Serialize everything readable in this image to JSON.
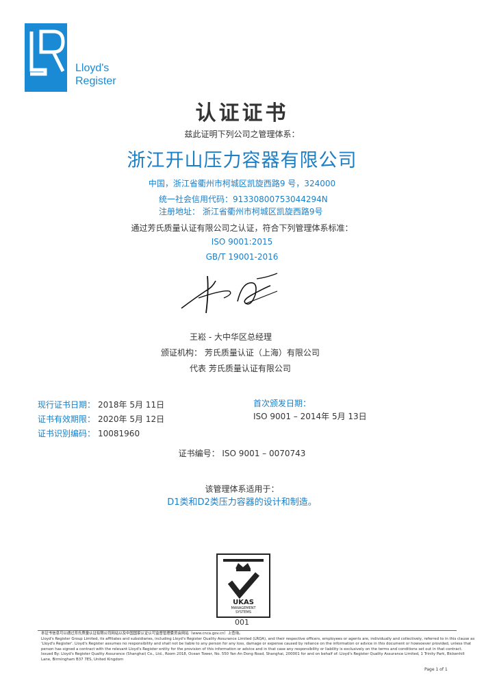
{
  "logo": {
    "brand": "Lloyd's Register",
    "line1": "Lloyd's",
    "line2": "Register",
    "color": "#1a8ad4"
  },
  "title": "认证证书",
  "intro": "兹此证明下列公司之管理体系：",
  "company": "浙江开山压力容器有限公司",
  "address": "中国，浙江省衢州市柯城区凯旋西路9 号，324000",
  "credit_code": "统一社会信用代码：91330800753044294N",
  "registered_address": "注册地址：  浙江省衢州市柯城区凯旋西路9号",
  "certify_text": "通过芳氏质量认证有限公司之认证，符合下列管理体系标准：",
  "standards": [
    "ISO 9001:2015",
    "GB/T 19001-2016"
  ],
  "signer": "王崧 - 大中华区总经理",
  "issuer": "颁证机构：  芳氏质量认证（上海）有限公司",
  "agent": "代表  芳氏质量认证有限公司",
  "dates": {
    "current_label": "现行证书日期：",
    "current_value": "2018年 5月 11日",
    "expiry_label": "证书有效期限：",
    "expiry_value": "2020年 5月 12日",
    "id_label": "证书识别编码：",
    "id_value": "10081960",
    "original_label": "首次颁发日期：",
    "original_value": "ISO 9001 – 2014年 5月 13日"
  },
  "cert_number": "证书编号：  ISO 9001 – 0070743",
  "scope_label": "该管理体系适用于：",
  "scope": "D1类和D2类压力容器的设计和制造。",
  "ukas": {
    "line1": "UKAS",
    "line2": "MANAGEMENT",
    "line3": "SYSTEMS",
    "code": "001"
  },
  "footer": [
    "本证书信息可以通过芳氏质量认证有限公司网站以及中国国家认证认可监督管理委员会网站（www.cnca.gov.cn）上查询。",
    "Lloyd's Register Group Limited, its affiliates and subsidiaries, including Lloyd's Register Quality Assurance Limited (LRQA), and their respective officers, employees or agents are, individually and collectively, referred to in this clause as",
    "'Lloyd's Register'. Lloyd's Register assumes no responsibility and shall not be liable to any person for any loss, damage or expense caused by reliance on the information or advice in this document or howsoever provided, unless that",
    "person has signed a contract with the relevant Lloyd's Register entity for the provision of this information or advice and in that case any responsibility or liability is exclusively on the terms and conditions set out in that contract.",
    "Issued By: Lloyd's Register Quality Assurance (Shanghai) Co., Ltd., Room 2018, Ocean Tower, No. 550 Yan An Dong Road, Shanghai, 200001 for and on behalf of: Lloyd's Register Quality Assurance Limited, 1 Trinity Park, Bickenhill",
    "Lane, Birmingham B37 7ES, United Kingdom"
  ],
  "page_info": "Page 1 of 1"
}
